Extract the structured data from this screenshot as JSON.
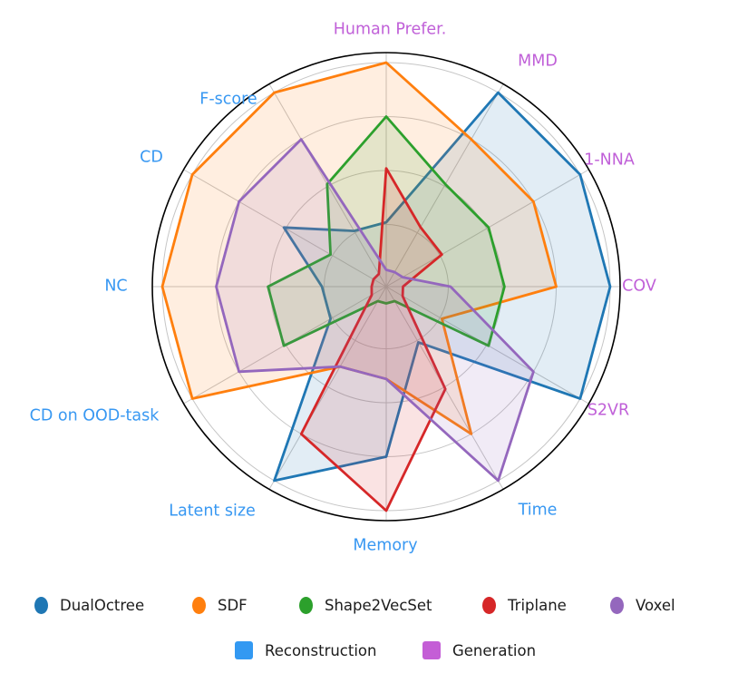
{
  "chart_data": {
    "type": "radar",
    "title": "",
    "axes": [
      {
        "label": "Human Prefer.",
        "group": "generation"
      },
      {
        "label": "MMD",
        "group": "generation"
      },
      {
        "label": "1-NNA",
        "group": "generation"
      },
      {
        "label": "COV",
        "group": "generation"
      },
      {
        "label": "S2VR",
        "group": "generation"
      },
      {
        "label": "Time",
        "group": "reconstruction"
      },
      {
        "label": "Memory",
        "group": "reconstruction"
      },
      {
        "label": "Latent size",
        "group": "reconstruction"
      },
      {
        "label": "CD on OOD-task",
        "group": "reconstruction"
      },
      {
        "label": "NC",
        "group": "reconstruction"
      },
      {
        "label": "CD",
        "group": "reconstruction"
      },
      {
        "label": "F-score",
        "group": "reconstruction"
      }
    ],
    "series": [
      {
        "name": "DualOctree",
        "color": "#1f77b4",
        "values": [
          0.26,
          1.0,
          1.0,
          1.0,
          1.0,
          0.26,
          0.75,
          1.0,
          0.26,
          0.26,
          0.51,
          0.26
        ]
      },
      {
        "name": "SDF",
        "color": "#ff7f0e",
        "values": [
          1.0,
          0.75,
          0.75,
          0.75,
          0.26,
          0.75,
          0.39,
          0.39,
          1.0,
          1.0,
          1.0,
          1.0
        ]
      },
      {
        "name": "Shape2VecSet",
        "color": "#2ca02c",
        "values": [
          0.75,
          0.51,
          0.51,
          0.51,
          0.51,
          0.04,
          0.04,
          0.04,
          0.51,
          0.51,
          0.26,
          0.51
        ]
      },
      {
        "name": "Triplane",
        "color": "#d62728",
        "values": [
          0.51,
          0.28,
          0.26,
          0.04,
          0.05,
          0.51,
          1.0,
          0.75,
          0.04,
          0.03,
          0.03,
          0.03
        ]
      },
      {
        "name": "Voxel",
        "color": "#9467bd",
        "values": [
          0.04,
          0.04,
          0.05,
          0.26,
          0.75,
          1.0,
          0.39,
          0.39,
          0.75,
          0.75,
          0.75,
          0.75
        ]
      }
    ],
    "rticks": [
      0.25,
      0.5,
      0.75,
      1.0
    ],
    "rmax": 1.0,
    "grid": true,
    "legend_position": "bottom"
  },
  "legend": {
    "tasks": [
      {
        "label": "Reconstruction",
        "color": "#3399f2"
      },
      {
        "label": "Generation",
        "color": "#c45ed6"
      }
    ]
  },
  "colors": {
    "axis_label_reconstruction": "#3898f2",
    "axis_label_generation": "#c060d8",
    "grid_line": "#c6c6c6",
    "outer_circle": "#000000",
    "legend_text": "#1c1c1c"
  }
}
